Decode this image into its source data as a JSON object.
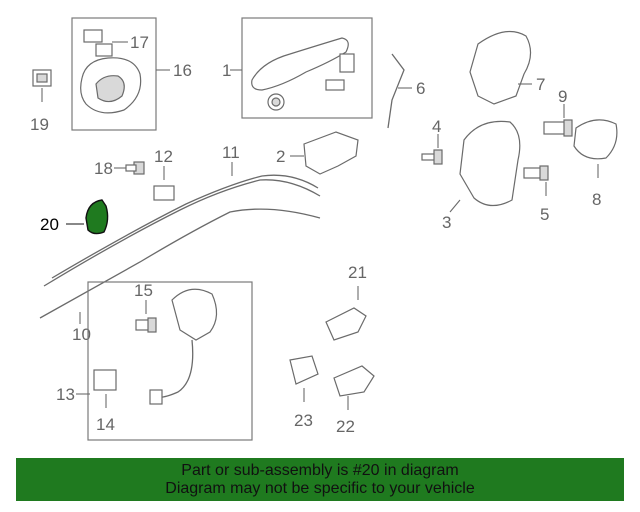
{
  "callouts": {
    "c1": "1",
    "c2": "2",
    "c3": "3",
    "c4": "4",
    "c5": "5",
    "c6": "6",
    "c7": "7",
    "c8": "8",
    "c9": "9",
    "c10": "10",
    "c11": "11",
    "c12": "12",
    "c13": "13",
    "c14": "14",
    "c15": "15",
    "c16": "16",
    "c17": "17",
    "c18": "18",
    "c19": "19",
    "c20": "20",
    "c21": "21",
    "c22": "22",
    "c23": "23"
  },
  "highlight": {
    "part_number": "20",
    "color": "#1f7a1f"
  },
  "footer": {
    "line1": "Part or sub-assembly is #20 in diagram",
    "line2": "Diagram may not be specific to your vehicle",
    "background": "#1f7a1f"
  }
}
